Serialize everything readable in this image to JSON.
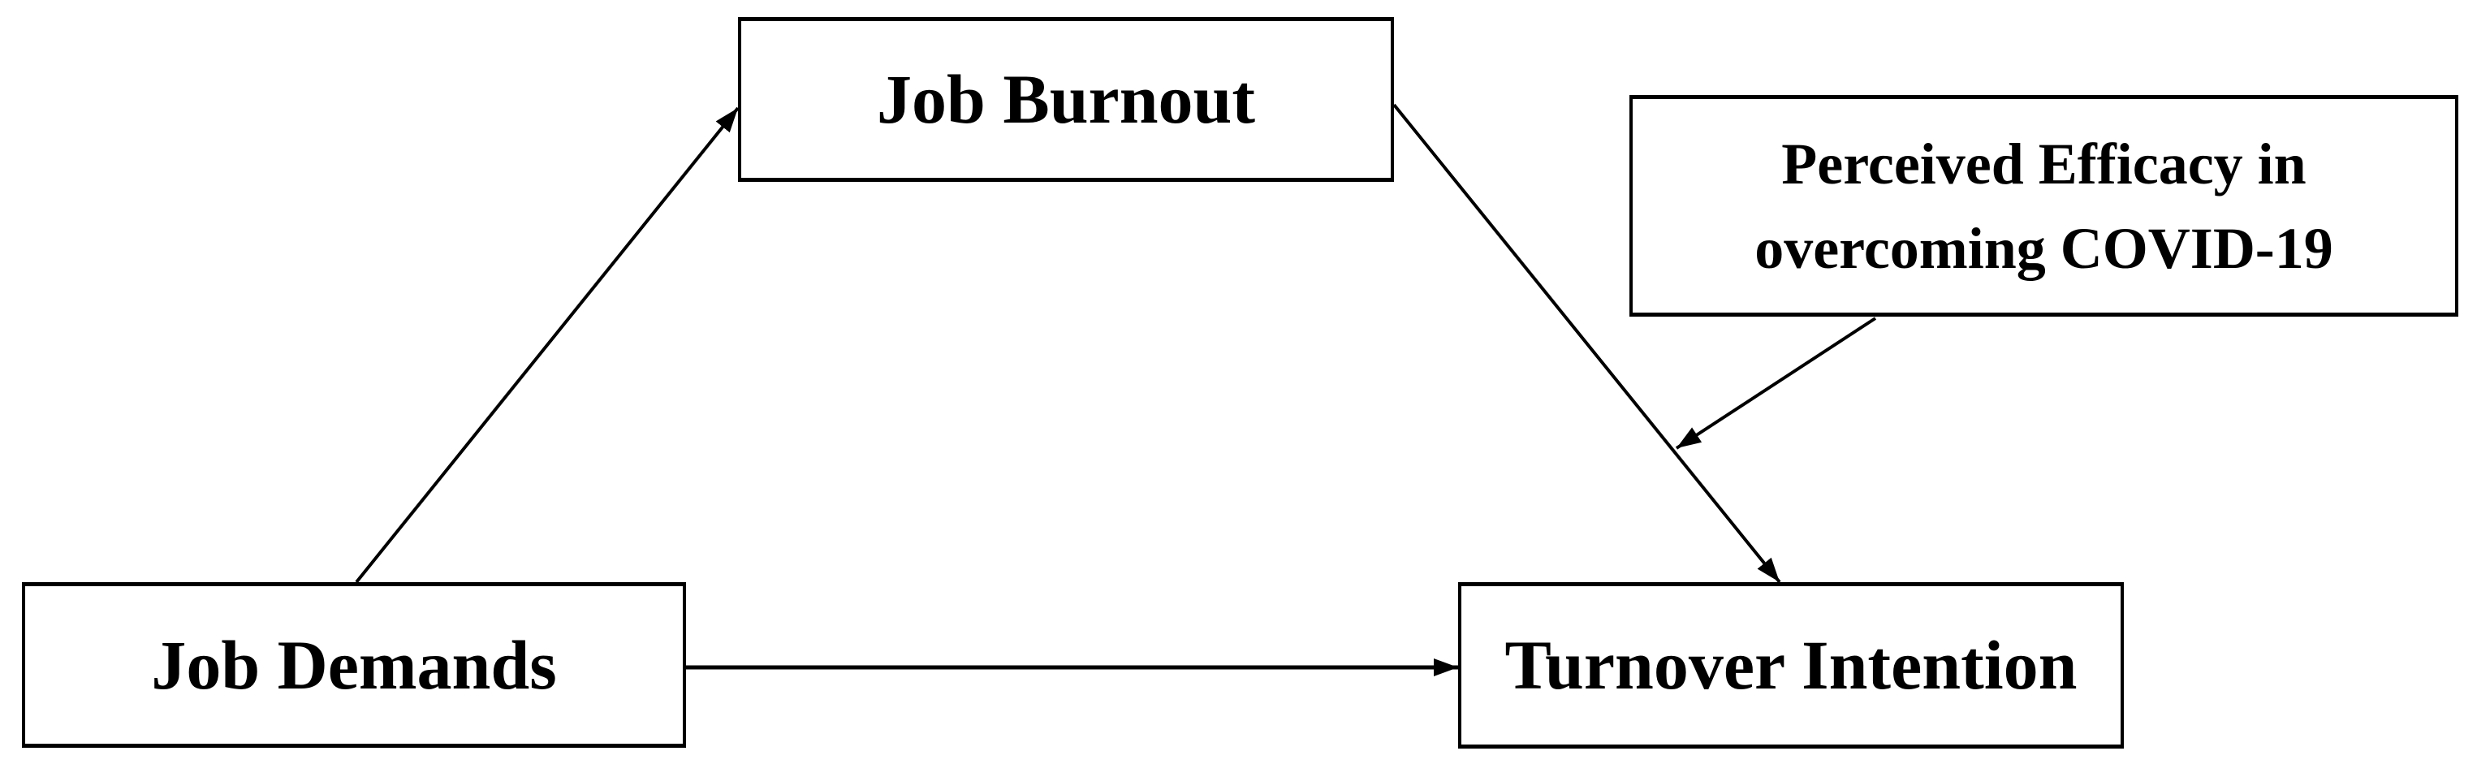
{
  "diagram": {
    "type": "path-model",
    "nodes": {
      "job_burnout": {
        "label": "Job Burnout"
      },
      "perceived_efficacy": {
        "label_line1": "Perceived Efficacy in",
        "label_line2": "overcoming COVID-19",
        "label_full": "Perceived Efficacy in overcoming COVID-19"
      },
      "job_demands": {
        "label": "Job Demands"
      },
      "turnover_intention": {
        "label": "Turnover Intention"
      }
    },
    "edges": [
      {
        "from": "job_demands",
        "to": "job_burnout",
        "style": "arrow"
      },
      {
        "from": "job_burnout",
        "to": "turnover_intention",
        "style": "arrow"
      },
      {
        "from": "job_demands",
        "to": "turnover_intention",
        "style": "arrow"
      },
      {
        "from": "perceived_efficacy",
        "to": "edge:job_burnout->turnover_intention",
        "style": "arrow",
        "role": "moderation"
      }
    ],
    "colors": {
      "background": "#ffffff",
      "box_fill": "#ffffff",
      "box_border": "#000000",
      "text": "#000000",
      "line": "#000000"
    }
  }
}
